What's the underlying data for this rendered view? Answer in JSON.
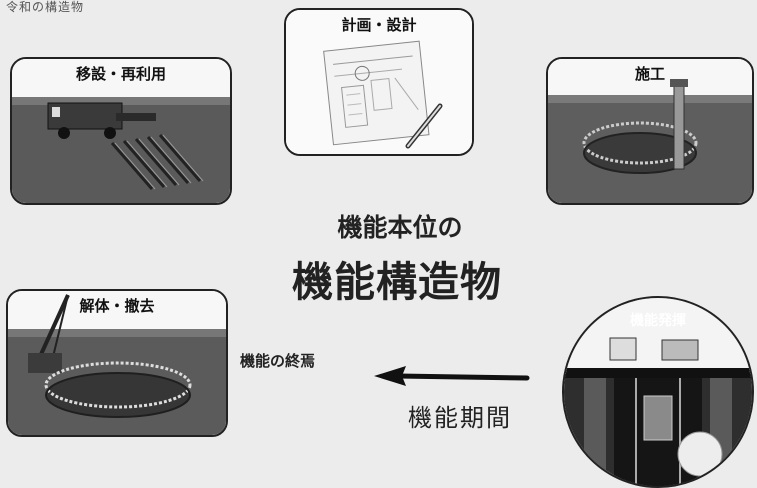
{
  "corner_text": "令和の構造物",
  "panels": {
    "plan": "計画・設計",
    "relocate": "移設・再利用",
    "construct": "施工",
    "dismantle": "解体・撤去",
    "function": "機能発揮"
  },
  "center": {
    "subtitle": "機能本位の",
    "title": "機能構造物"
  },
  "end_label": "機能の終焉",
  "period_label": "機能期間"
}
